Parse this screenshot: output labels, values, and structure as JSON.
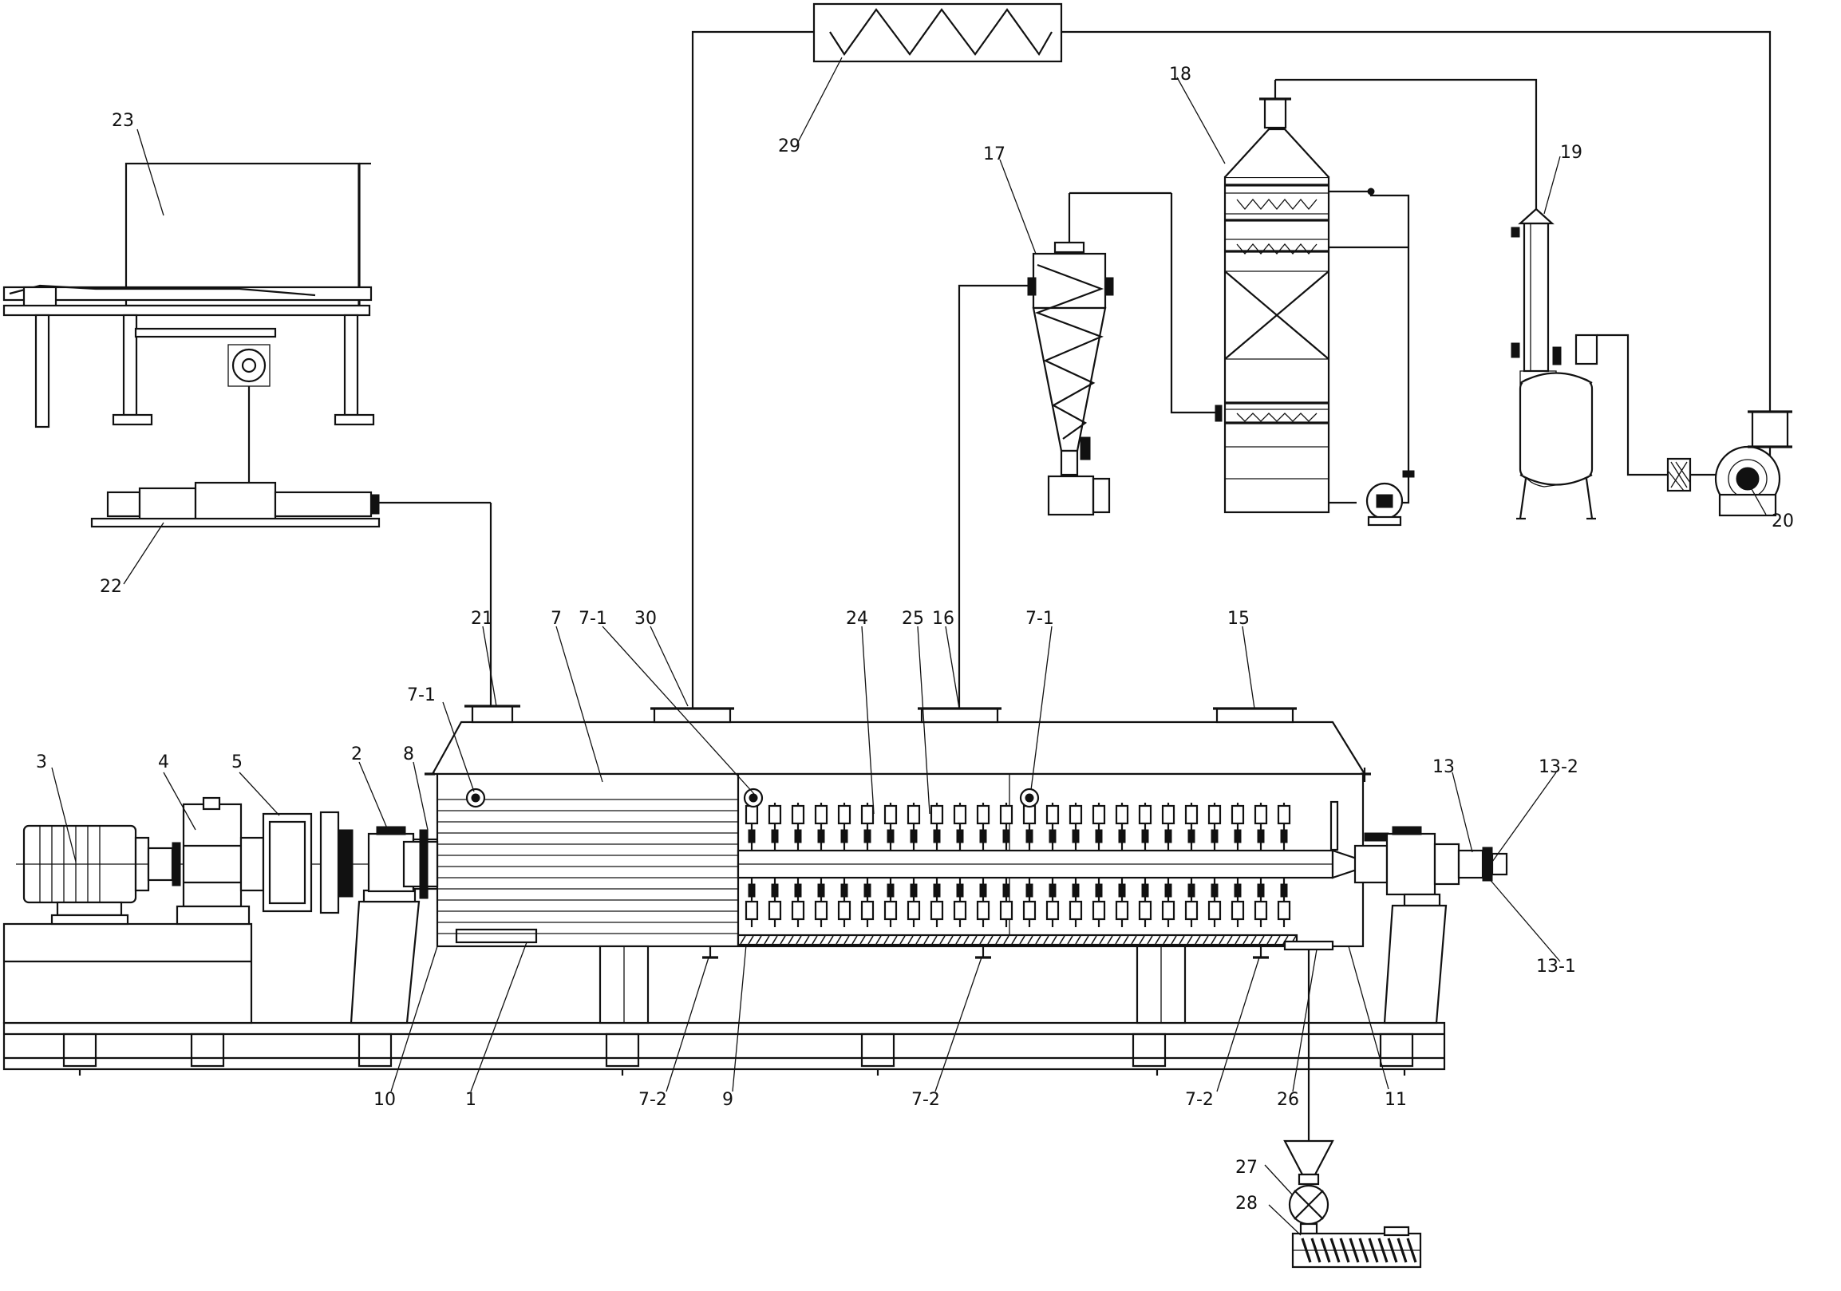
{
  "labels": {
    "l1": "1",
    "l2": "2",
    "l3": "3",
    "l4": "4",
    "l5": "5",
    "l7": "7",
    "l7_1a": "7-1",
    "l7_1b": "7-1",
    "l7_1c": "7-1",
    "l7_2a": "7-2",
    "l7_2b": "7-2",
    "l7_2c": "7-2",
    "l8": "8",
    "l9": "9",
    "l10": "10",
    "l11": "11",
    "l13": "13",
    "l13_1": "13-1",
    "l13_2": "13-2",
    "l15": "15",
    "l16": "16",
    "l17": "17",
    "l18": "18",
    "l19": "19",
    "l20": "20",
    "l21": "21",
    "l22": "22",
    "l23": "23",
    "l24": "24",
    "l25": "25",
    "l26": "26",
    "l27": "27",
    "l28": "28",
    "l29": "29",
    "l30": "30"
  }
}
